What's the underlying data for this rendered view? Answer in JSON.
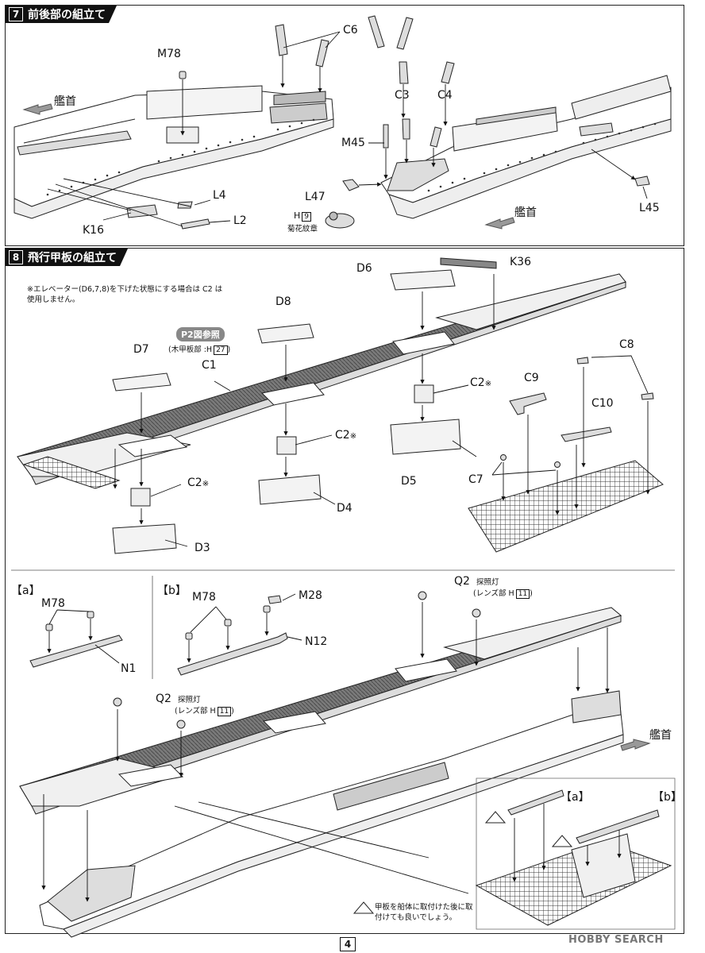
{
  "step7": {
    "number": "7",
    "title": "前後部の組立て"
  },
  "step8": {
    "number": "8",
    "title": "飛行甲板の組立て"
  },
  "labels7": {
    "m78": "M78",
    "c6": "C6",
    "c3": "C3",
    "c4": "C4",
    "m45": "M45",
    "l47": "L47",
    "l45": "L45",
    "l4": "L4",
    "l2": "L2",
    "k16": "K16",
    "bow_left": "艦首",
    "bow_right": "艦首",
    "h": "H",
    "h_num": "9",
    "chrysanthemum": "菊花紋章"
  },
  "labels8": {
    "note": "※エレベーター(D6,7,8)を下げた状態にする場合は C2 は使用しません。",
    "p2_ref": "P2図参照",
    "wood_deck": "(木甲板部 :H",
    "wood_deck_num": "27",
    "close_paren": ")",
    "d6": "D6",
    "k36": "K36",
    "d8": "D8",
    "d7": "D7",
    "c1": "C1",
    "c2a": "C2",
    "c2b": "C2",
    "c2c": "C2",
    "c8": "C8",
    "c9": "C9",
    "c10": "C10",
    "c7": "C7",
    "d5": "D5",
    "d4": "D4",
    "d3": "D3",
    "star": "※"
  },
  "subA": {
    "tag": "【a】",
    "m78": "M78",
    "n1": "N1"
  },
  "subB": {
    "tag": "【b】",
    "m78": "M78",
    "m28": "M28",
    "n12": "N12"
  },
  "assembly": {
    "q2_top": "Q2",
    "q2_bottom": "Q2",
    "searchlight": "探照灯",
    "lens": "(レンズ部 H",
    "lens_num": "11",
    "close_paren": ")",
    "bow": "艦首",
    "inset_a": "【a】",
    "inset_b": "【b】",
    "caution": "甲板を船体に取付けた後に取付けても良いでしょう。"
  },
  "page": {
    "number": "4"
  },
  "watermark": "HOBBY SEARCH"
}
